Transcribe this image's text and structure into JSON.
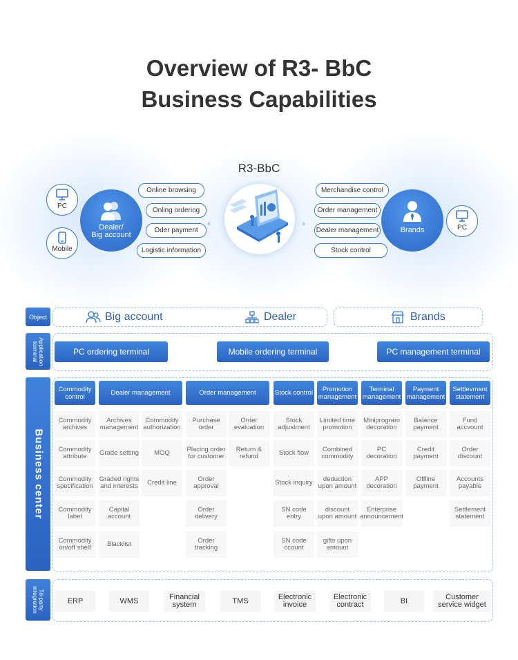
{
  "title": {
    "line1": "Overview of R3- BbC",
    "line2": "Business Capabilities"
  },
  "hub": {
    "label": "R3-BbC"
  },
  "left": {
    "pc_label": "PC",
    "mobile_label": "Mobile",
    "group_label": "Dealer/\nBig account",
    "features": [
      "Online browsing",
      "Onling ordering",
      "Oder payment",
      "Logistic information"
    ]
  },
  "right": {
    "group_label": "Brands",
    "pc_label": "PC",
    "features": [
      "Merchandise control",
      "Order management",
      "Dealer management",
      "Stock control"
    ]
  },
  "object": {
    "label": "Object",
    "items": [
      {
        "label": "Big account",
        "icon": "users-icon"
      },
      {
        "label": "Dealer",
        "icon": "org-chart-icon"
      },
      {
        "label": "Brands",
        "icon": "store-icon"
      }
    ]
  },
  "application": {
    "label": "Application terminal",
    "terminals": [
      "PC ordering terminal",
      "Mobile ordering terminal",
      "PC management terminal"
    ]
  },
  "business": {
    "label": "Business center",
    "columns": [
      {
        "head": "Commodity control",
        "cells": [
          "Commodity archives",
          "Commodity attribute",
          "Commodity specification",
          "Commodity label",
          "Commodity on/off shelf"
        ]
      },
      {
        "head": "Dealer management",
        "cells": [
          "Archives management",
          "Grade setting",
          "Graded rights and interests",
          "Capital account",
          "Blacklist"
        ],
        "cells2": [
          "Commodity authorization",
          "MOQ",
          "Credit line"
        ]
      },
      {
        "head": "Order management",
        "cells": [
          "Purchase order",
          "Placing order for customer",
          "Order approval",
          "Order delivery",
          "Order tracking"
        ],
        "cells2": [
          "Order evaluation",
          "Return & refund"
        ]
      },
      {
        "head": "Stock control",
        "cells": [
          "Stock adjustment",
          "Stock flow",
          "Stock inquiry",
          "SN code entry",
          "SN code ccount"
        ]
      },
      {
        "head": "Promotion management",
        "cells": [
          "Limited time promotion",
          "Combined commodity",
          "deduction upon amount",
          "discount upon amount",
          "gifts upon amount"
        ]
      },
      {
        "head": "Terminal management",
        "cells": [
          "Miniprogram decoration",
          "PC decoration",
          "APP decoration",
          "Enterprise announcement"
        ]
      },
      {
        "head": "Payment management",
        "cells": [
          "Balance payment",
          "Credit payment",
          "Offline payment"
        ]
      },
      {
        "head": "Settlevment statement",
        "cells": [
          "Fund accvount",
          "Order discount",
          "Accounts payable",
          "Settlement statement"
        ]
      }
    ]
  },
  "triparty": {
    "label": "Tri-party integration",
    "items": [
      "ERP",
      "WMS",
      "Financial system",
      "TMS",
      "Electronic invoice",
      "Electronic contract",
      "BI",
      "Customer service widget"
    ]
  },
  "colors": {
    "accent": "#2f6ec9",
    "accent_light": "#4f95ec",
    "dash": "#9cc0ea"
  }
}
